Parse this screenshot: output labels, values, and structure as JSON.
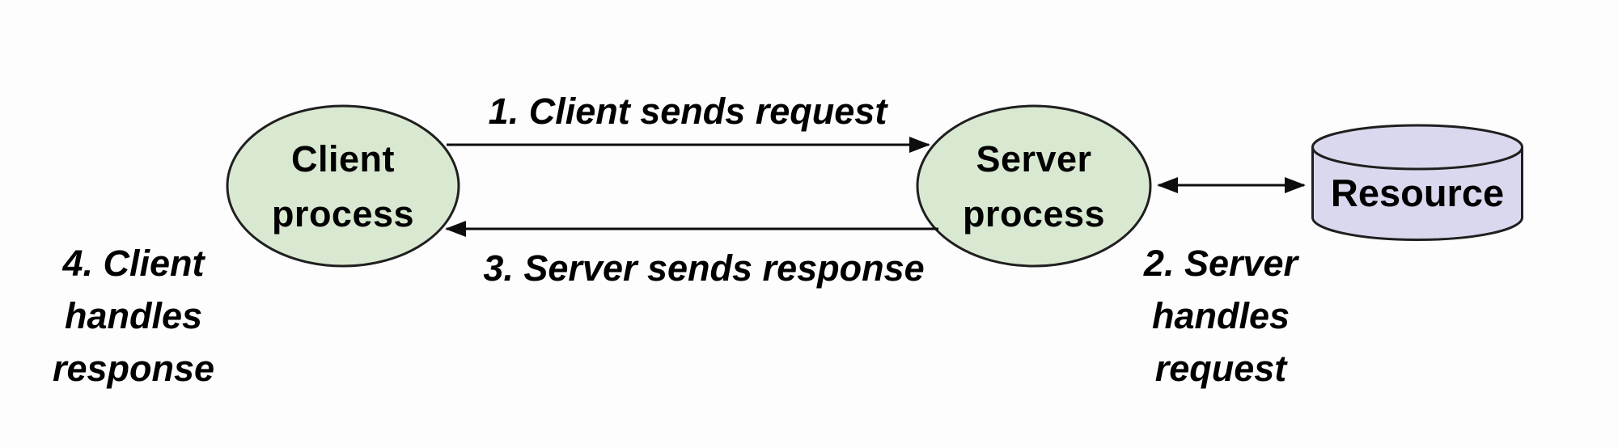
{
  "diagram": {
    "nodes": {
      "client": {
        "lines": [
          "Client",
          "process"
        ]
      },
      "server": {
        "lines": [
          "Server",
          "process"
        ]
      },
      "resource": {
        "label": "Resource"
      }
    },
    "steps": {
      "step1": "1. Client sends request",
      "step2_lines": [
        "2. Server",
        "handles",
        "request"
      ],
      "step3": "3. Server sends response",
      "step4_lines": [
        "4. Client",
        "handles",
        "response"
      ]
    },
    "colors": {
      "process_fill": "#d9e8d0",
      "resource_fill": "#dad8ee",
      "stroke": "#1f1f1f",
      "arrow": "#0d0d0d"
    }
  }
}
